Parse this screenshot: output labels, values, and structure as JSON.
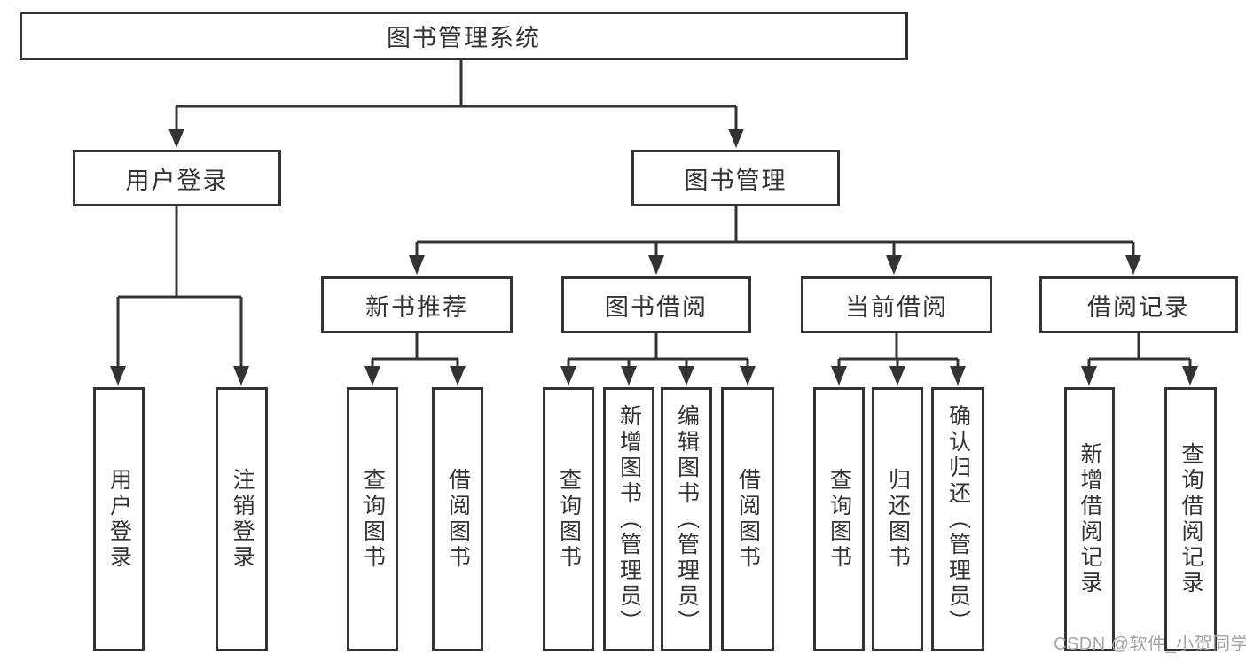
{
  "colors": {
    "line": "#333333",
    "box_border": "#333333",
    "box_background": "#ffffff",
    "text": "#333333",
    "watermark": "#a5a5a5"
  },
  "watermark": "CSDN @软件_小贺同学",
  "tree": {
    "root": "图书管理系统",
    "branches": [
      {
        "label": "用户登录",
        "children": [
          "用户登录",
          "注销登录"
        ]
      },
      {
        "label": "图书管理",
        "sections": [
          {
            "label": "新书推荐",
            "children": [
              "查询图书",
              "借阅图书"
            ]
          },
          {
            "label": "图书借阅",
            "children": [
              "查询图书",
              "新增图书（管理员）",
              "编辑图书（管理员）",
              "借阅图书"
            ]
          },
          {
            "label": "当前借阅",
            "children": [
              "查询图书",
              "归还图书",
              "确认归还（管理员）"
            ]
          },
          {
            "label": "借阅记录",
            "children": [
              "新增借阅记录",
              "查询借阅记录"
            ]
          }
        ]
      }
    ]
  }
}
